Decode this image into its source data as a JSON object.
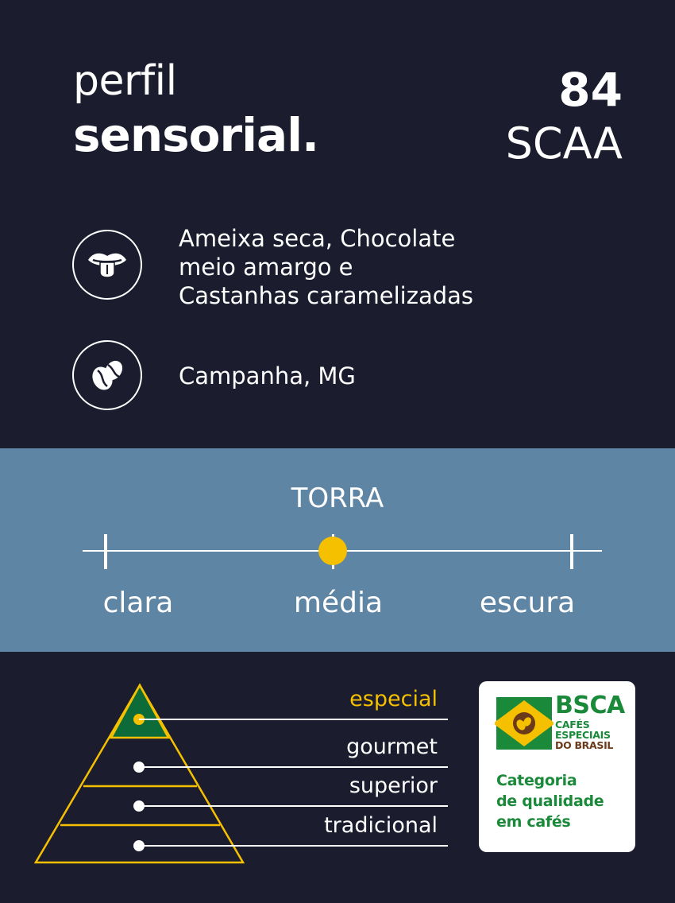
{
  "header": {
    "title_line1": "perfil",
    "title_line2": "sensorial.",
    "score": "84",
    "scale": "SCAA"
  },
  "attributes": [
    {
      "icon": "tongue-icon",
      "lines": [
        "Ameixa seca, Chocolate",
        "meio amargo e",
        "Castanhas caramelizadas"
      ]
    },
    {
      "icon": "coffee-beans-icon",
      "lines": [
        "Campanha, MG"
      ]
    }
  ],
  "roast": {
    "title": "TORRA",
    "levels": [
      "clara",
      "média",
      "escura"
    ],
    "selected": "média",
    "level_fraction": 0.5,
    "dot_color": "#f5c000"
  },
  "quality": {
    "levels": [
      "especial",
      "gourmet",
      "superior",
      "tradicional"
    ],
    "selected": "especial",
    "highlight_color": "#f5c000",
    "pyramid_fill": "#0d6b3a"
  },
  "badge": {
    "name": "BSCA",
    "sub_lines": [
      "CAFÉS",
      "ESPECIAIS",
      "DO BRASIL"
    ],
    "caption_lines": [
      "Categoria",
      "de qualidade",
      "em cafés"
    ],
    "green": "#1a8a3a",
    "brown": "#6b3a1a",
    "yellow": "#f5c000"
  },
  "colors": {
    "background": "#1b1d2f",
    "band": "#5f85a5",
    "accent": "#f5c000"
  }
}
